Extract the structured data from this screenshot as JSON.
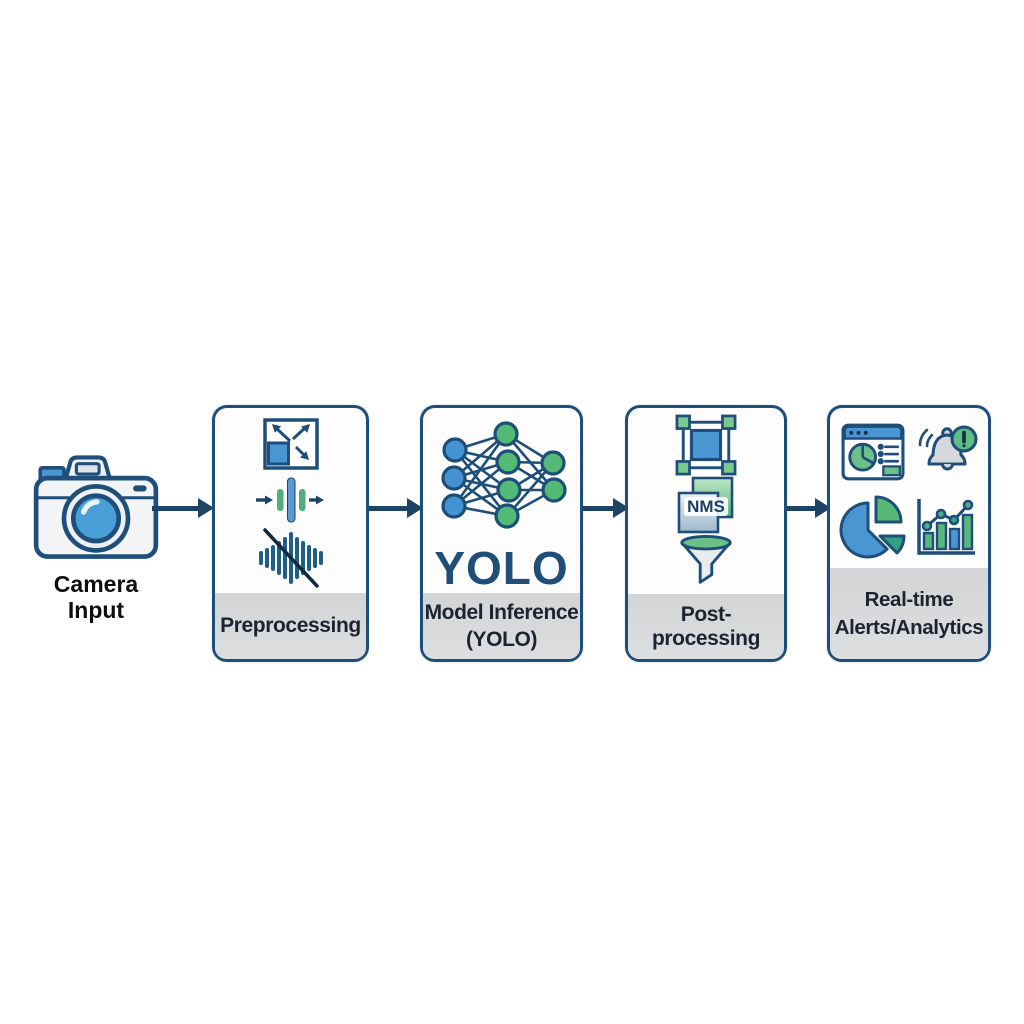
{
  "input": {
    "line1": "Camera",
    "line2": "Input",
    "icon": "camera-icon"
  },
  "stages": [
    {
      "name": "preprocessing",
      "label": "Preprocessing",
      "icons": [
        "resize-icon",
        "normalize-icon",
        "denoise-icon"
      ]
    },
    {
      "name": "model-inference",
      "label_line1": "Model Inference",
      "label_line2": "(YOLO)",
      "big_text": "YOLO",
      "icons": [
        "neural-network-icon"
      ]
    },
    {
      "name": "post-processing",
      "label": "Post-processing",
      "nms_text": "NMS",
      "icons": [
        "bounding-box-icon",
        "nms-icon",
        "funnel-icon"
      ]
    },
    {
      "name": "realtime-alerts-analytics",
      "label_line1": "Real-time",
      "label_line2": "Alerts/Analytics",
      "icons": [
        "dashboard-icon",
        "alert-bell-icon",
        "pie-chart-icon",
        "bar-chart-icon"
      ]
    }
  ],
  "colors": {
    "outline_navy": "#1e4e79",
    "arrow_navy": "#1d4365",
    "blue": "#4a96d2",
    "green": "#57b878",
    "teal": "#35a183",
    "denoise_teal": "#1d5f87",
    "label_band_gray": "#d8d9da",
    "bell_gray": "#d6d9db",
    "label_text": "#1b2430"
  }
}
